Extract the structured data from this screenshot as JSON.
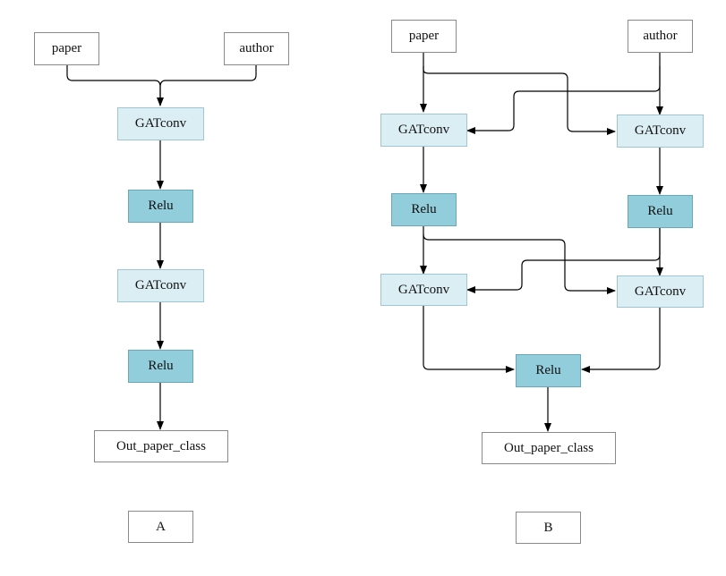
{
  "colors": {
    "gatconv_fill": "#dbeef4",
    "relu_fill": "#92cddc",
    "line": "#000000"
  },
  "diagram_a": {
    "input_paper": "paper",
    "input_author": "author",
    "gatconv_1": "GATconv",
    "relu_1": "Relu",
    "gatconv_2": "GATconv",
    "relu_2": "Relu",
    "output": "Out_paper_class",
    "caption": "A"
  },
  "diagram_b": {
    "input_paper": "paper",
    "input_author": "author",
    "gatconv_paper_1": "GATconv",
    "gatconv_author_1": "GATconv",
    "relu_paper": "Relu",
    "relu_author": "Relu",
    "gatconv_paper_2": "GATconv",
    "gatconv_author_2": "GATconv",
    "relu_merge": "Relu",
    "output": "Out_paper_class",
    "caption": "B"
  }
}
